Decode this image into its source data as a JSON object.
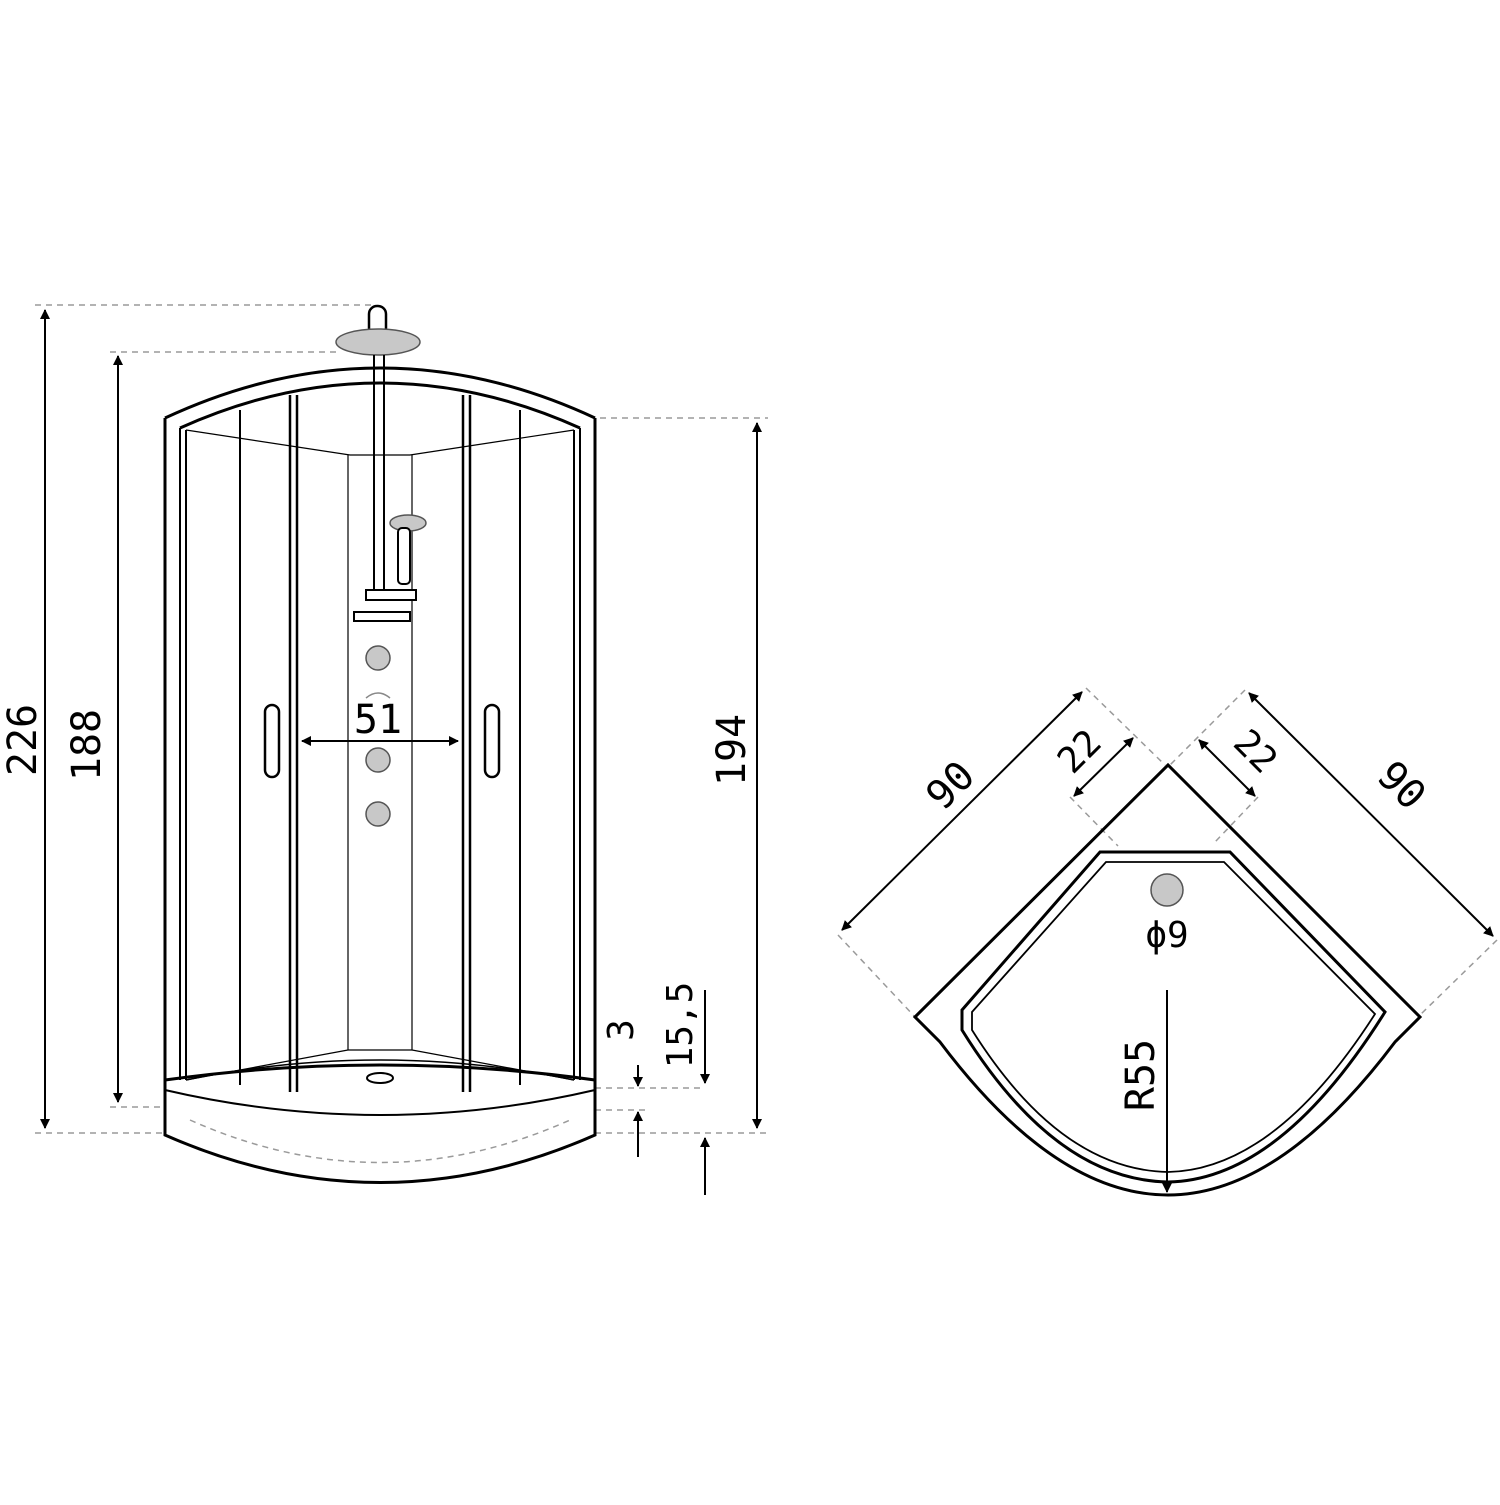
{
  "colors": {
    "line": "#000000",
    "extension_line": "#9a9a9a",
    "fixture_fill": "#c8c8c8",
    "background": "#ffffff"
  },
  "front_view": {
    "dim_total_height": "226",
    "dim_cabin_height": "188",
    "dim_side_height": "194",
    "dim_door_width": "51",
    "dim_tray_step": "3",
    "dim_tray_height": "15,5"
  },
  "top_view": {
    "dim_side_left": "90",
    "dim_side_right": "90",
    "dim_offset_left": "22",
    "dim_offset_right": "22",
    "dim_drain": "ϕ9",
    "dim_radius": "R55"
  }
}
